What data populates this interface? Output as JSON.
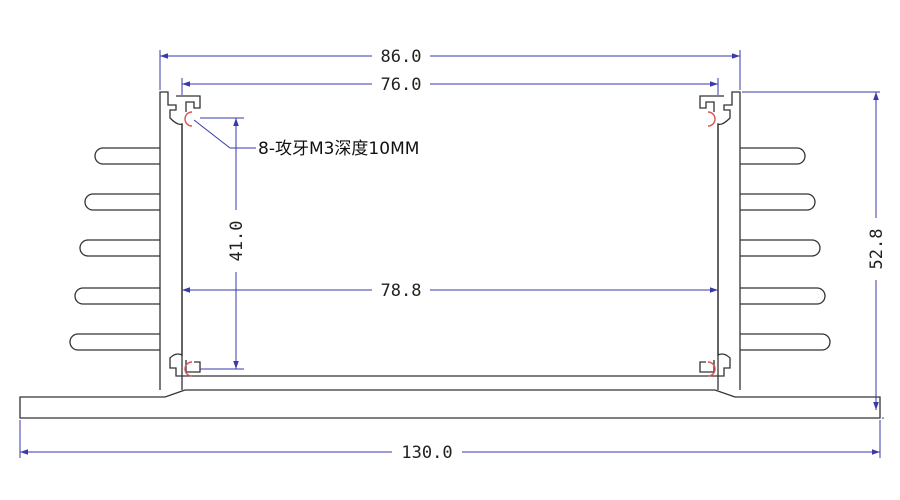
{
  "dimensions": {
    "top_outer_width": "86.0",
    "top_inner_width": "76.0",
    "inner_height": "41.0",
    "inner_width": "78.8",
    "overall_height": "52.8",
    "base_width": "130.0"
  },
  "annotation": {
    "thread_note": "8-攻牙M3深度10MM"
  },
  "colors": {
    "profile_stroke": "#333333",
    "dimension_line": "#3a3aa8",
    "thread_marker": "#d9534f"
  }
}
